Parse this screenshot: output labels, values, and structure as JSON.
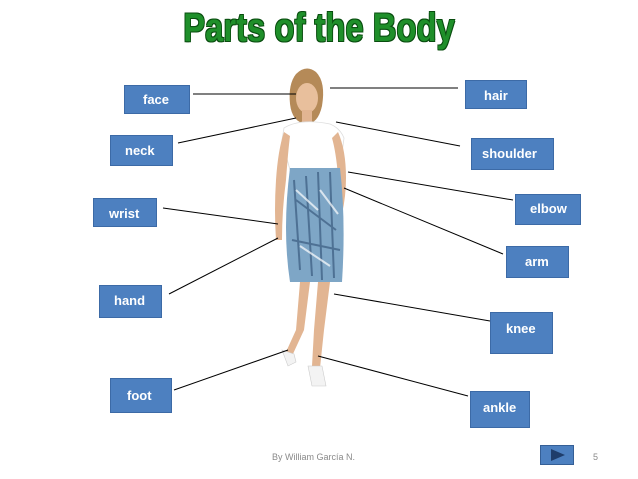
{
  "title": "Parts of the Body",
  "labels": {
    "face": "face",
    "neck": "neck",
    "wrist": "wrist",
    "hand": "hand",
    "foot": "foot",
    "hair": "hair",
    "shoulder": "shoulder",
    "elbow": "elbow",
    "arm": "arm",
    "knee": "knee",
    "ankle": "ankle"
  },
  "footer": {
    "author": "By    William García N.",
    "page": "5"
  },
  "colors": {
    "label_bg": "#4d80c0",
    "title_green": "#1f8f2a"
  },
  "icons": {
    "next": "next-arrow-icon"
  }
}
